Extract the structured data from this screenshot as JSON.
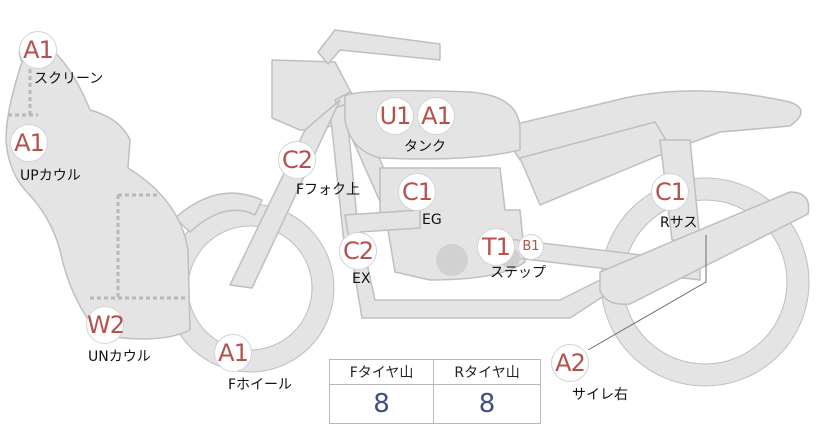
{
  "parts": {
    "screen": {
      "grade": "A1",
      "label": "スクリーン"
    },
    "up_cowl": {
      "grade": "A1",
      "label": "UPカウル"
    },
    "un_cowl": {
      "grade": "W2",
      "label": "UNカウル"
    },
    "front_wheel": {
      "grade": "A1",
      "label": "Fホイール"
    },
    "front_fork_upper": {
      "grade": "C2",
      "label": "Fフォク上"
    },
    "tank": {
      "grades": [
        "U1",
        "A1"
      ],
      "label": "タンク"
    },
    "engine": {
      "grade": "C1",
      "label": "EG"
    },
    "exhaust": {
      "grade": "C2",
      "label": "EX"
    },
    "step": {
      "grades": [
        "T1",
        "B1"
      ],
      "label": "ステップ"
    },
    "rear_suspension": {
      "grade": "C1",
      "label": "Rサス"
    },
    "muffler_right": {
      "grade": "A2",
      "label": "サイレ右"
    }
  },
  "tread_table": {
    "front": {
      "header": "Fタイヤ山",
      "value": "8"
    },
    "rear": {
      "header": "Rタイヤ山",
      "value": "8"
    }
  },
  "colors": {
    "bike_fill": "#e4e4e4",
    "bike_outline": "#bfbfbf",
    "grade_text": "#b5514f",
    "tread_value": "#3d4f86"
  }
}
